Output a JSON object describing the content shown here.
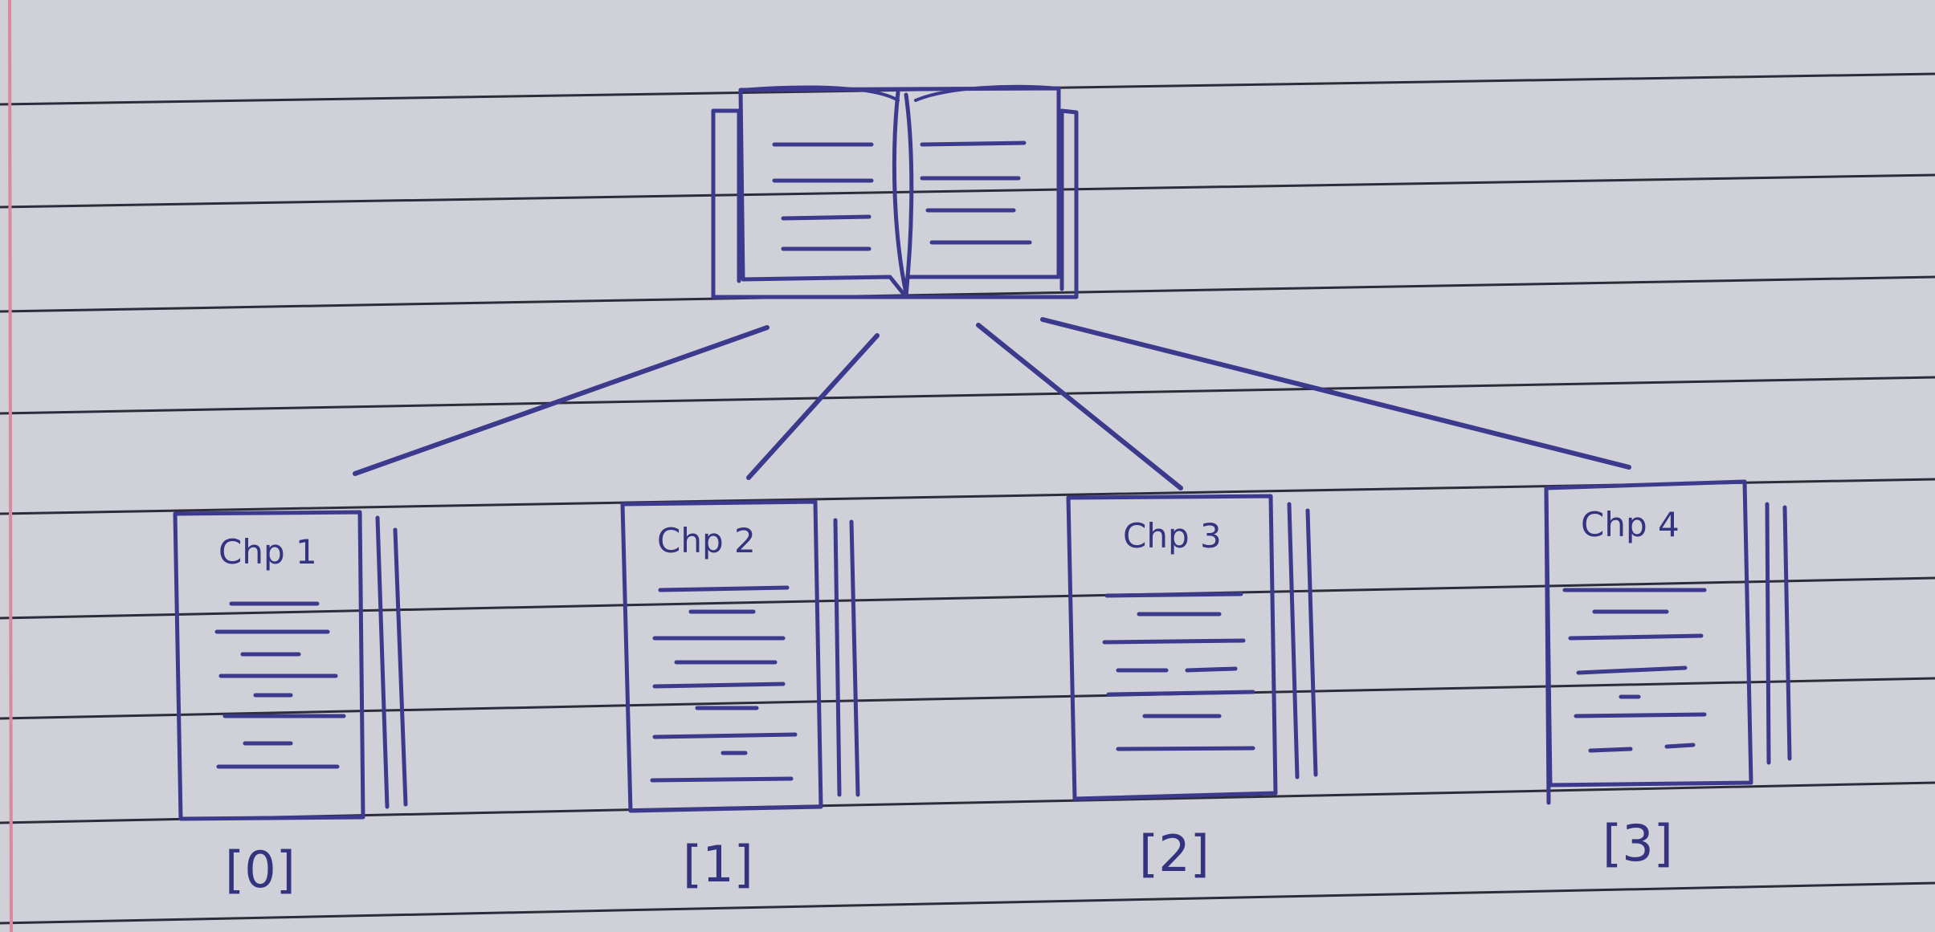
{
  "colors": {
    "paper": "#cfd0d8",
    "ink": "#3b3a8c",
    "rules": "#2c2c3a",
    "margin": "#d98aa0"
  },
  "icons": {
    "root": "open-book-icon",
    "child": "document-stack-icon"
  },
  "chapters": [
    {
      "label": "Chp 1",
      "index": "[0]"
    },
    {
      "label": "Chp 2",
      "index": "[1]"
    },
    {
      "label": "Chp 3",
      "index": "[2]"
    },
    {
      "label": "Chp 4",
      "index": "[3]"
    }
  ]
}
